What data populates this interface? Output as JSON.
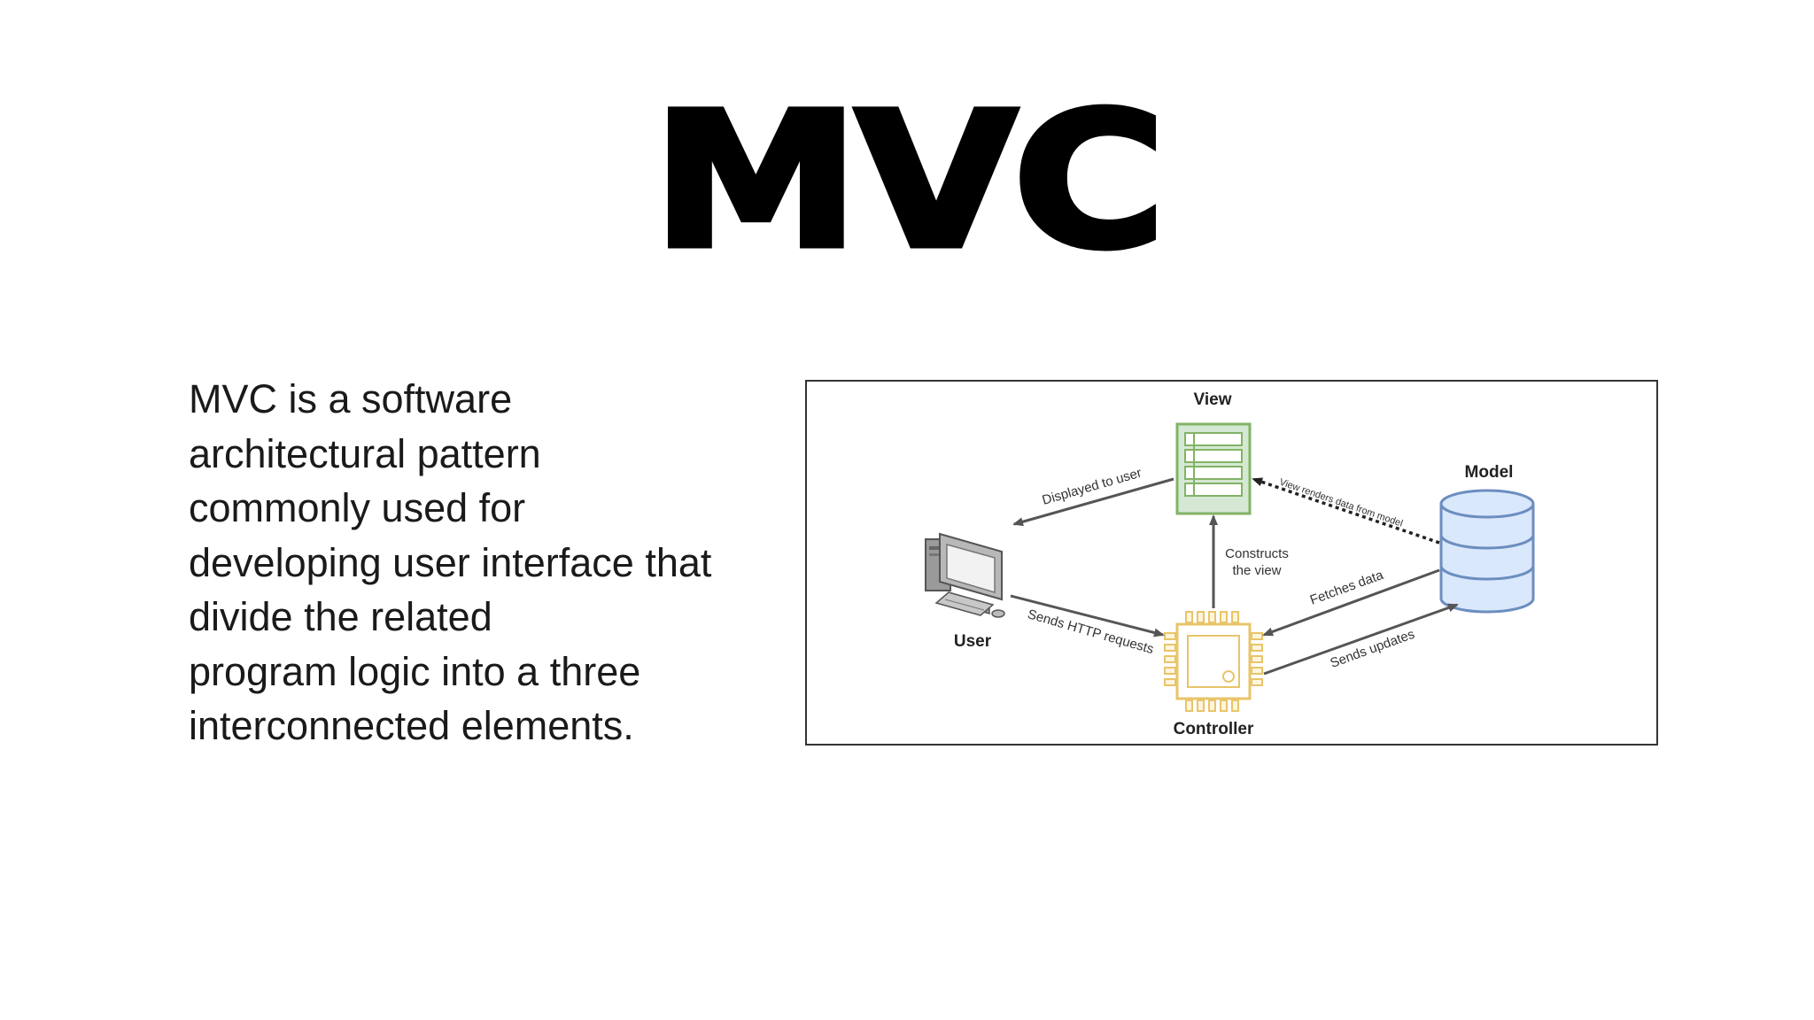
{
  "slide": {
    "title": "MVC",
    "body_lines": [
      "MVC is a software",
      "architectural pattern",
      "commonly used for",
      "developing user interface that",
      "divide the related",
      "program logic into a three",
      "interconnected elements."
    ]
  },
  "diagram": {
    "nodes": {
      "view": "View",
      "model": "Model",
      "user": "User",
      "controller": "Controller"
    },
    "edges": {
      "displayed_to_user": "Displayed to user",
      "view_renders": "View renders data from model",
      "constructs_line1": "Constructs",
      "constructs_line2": "the view",
      "fetches_data": "Fetches data",
      "sends_http": "Sends HTTP requests",
      "sends_updates": "Sends updates"
    },
    "icons": {
      "view": "view-list-icon",
      "model": "database-icon",
      "user": "computer-icon",
      "controller": "chip-icon"
    },
    "colors": {
      "view_fill": "#d5e8d4",
      "view_stroke": "#82b366",
      "model_fill": "#dae8fc",
      "model_stroke": "#6c8ebf",
      "controller_stroke": "#e8c46a",
      "arrow": "#555555"
    }
  }
}
